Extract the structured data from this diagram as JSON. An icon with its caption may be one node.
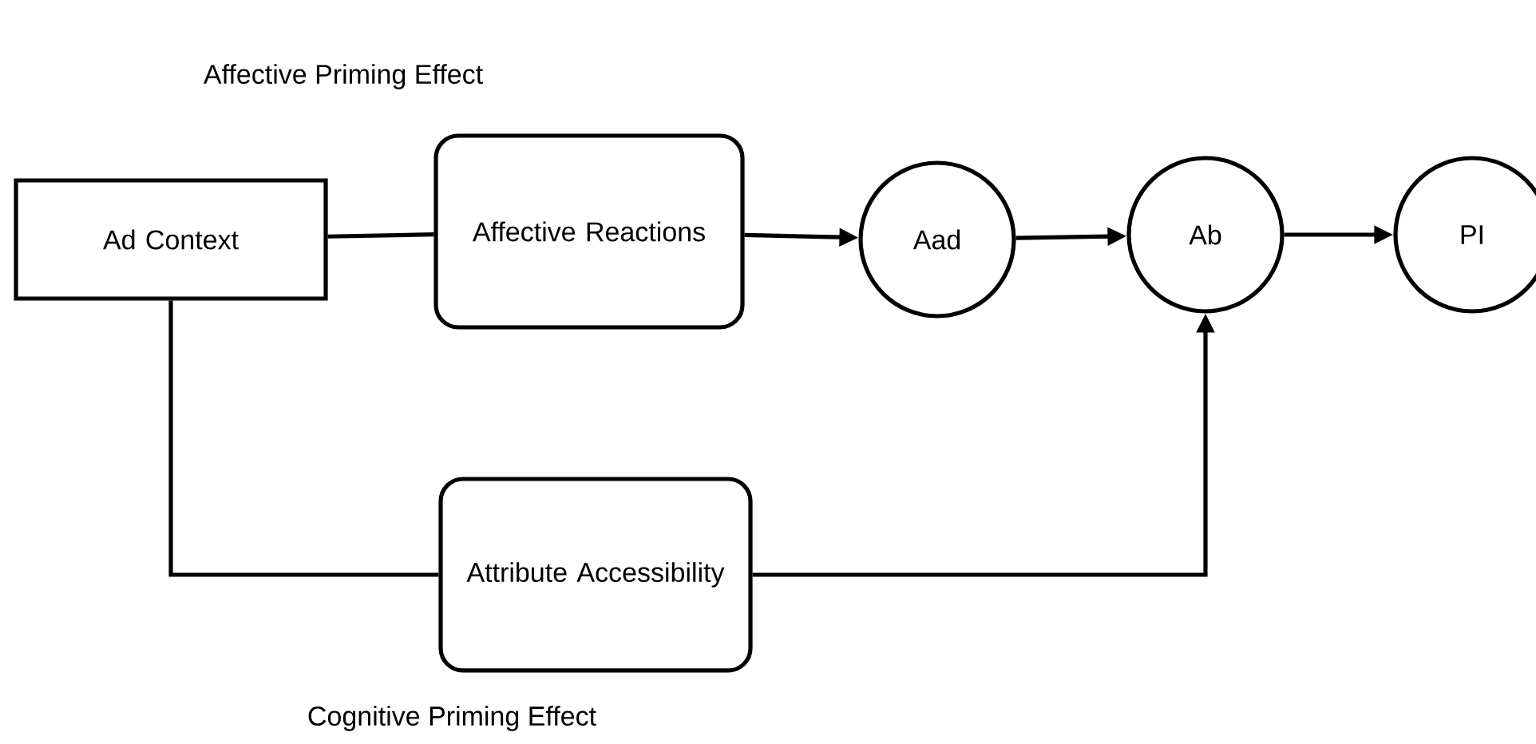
{
  "diagram": {
    "nodes": [
      {
        "text": [
          "Ad Context"
        ]
      },
      {
        "text": [
          "Affective Reactions"
        ]
      },
      {
        "text": [
          "Aad"
        ]
      },
      {
        "text": [
          "Ab"
        ]
      },
      {
        "text": [
          "PI"
        ]
      },
      {
        "text": [
          "Attribute Accessibility"
        ]
      }
    ],
    "edges": [
      {
        "from": 0,
        "to": 1,
        "arrow": "none"
      },
      {
        "from": 1,
        "to": 2,
        "arrow": "to"
      },
      {
        "from": 2,
        "to": 3,
        "arrow": "to"
      },
      {
        "from": 3,
        "to": 4,
        "arrow": "to"
      },
      {
        "from": 0,
        "to": 5,
        "arrow": "none"
      },
      {
        "from": 5,
        "to": 3,
        "arrow": "to"
      }
    ],
    "labels": [
      "Affective Priming Effect",
      "Cognitive Priming Effect"
    ]
  }
}
